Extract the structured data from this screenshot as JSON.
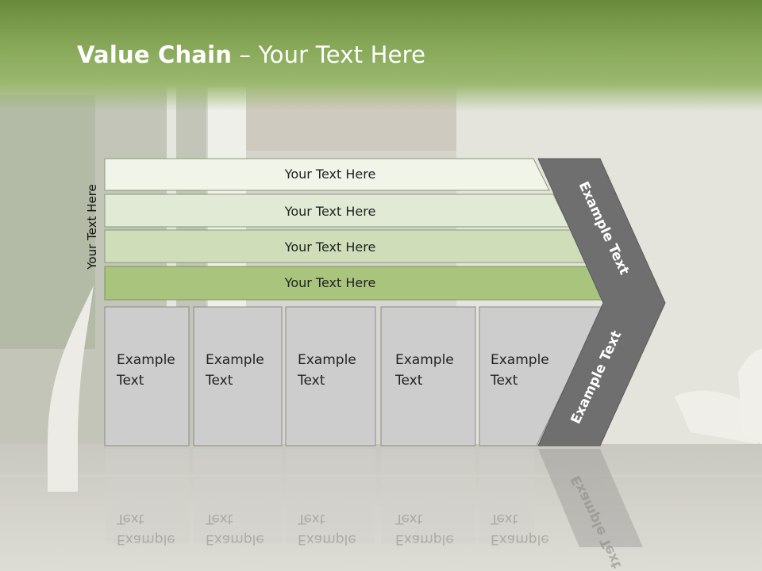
{
  "title": {
    "bold": "Value Chain",
    "rest": " – Your Text Here"
  },
  "side_label": "Your Text Here",
  "rows": [
    {
      "label": "Your Text Here",
      "color": "#f0f4e9"
    },
    {
      "label": "Your Text Here",
      "color": "#e1ead4"
    },
    {
      "label": "Your Text Here",
      "color": "#cfdeb9"
    },
    {
      "label": "Your Text Here",
      "color": "#a9c47d"
    }
  ],
  "boxes": [
    {
      "line1": "Example",
      "line2": "Text"
    },
    {
      "line1": "Example",
      "line2": "Text"
    },
    {
      "line1": "Example",
      "line2": "Text"
    },
    {
      "line1": "Example",
      "line2": "Text"
    },
    {
      "line1": "Example",
      "line2": "Text"
    }
  ],
  "chevron": {
    "upper": "Example Text",
    "lower": "Example Text",
    "color": "#6f6f6f"
  },
  "colors": {
    "header": "#86a757",
    "box": "#cdcdcd",
    "box_border": "#8a8a8a"
  }
}
